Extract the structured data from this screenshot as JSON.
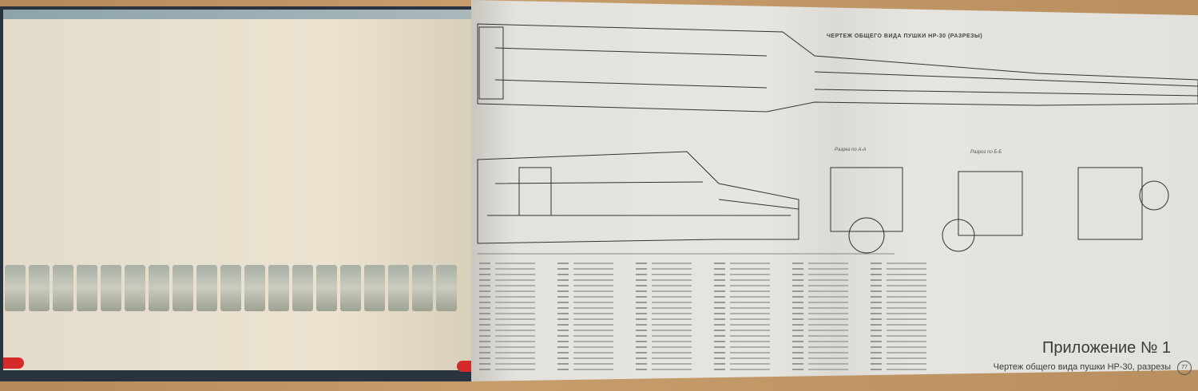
{
  "right_page": {
    "drawing_title": "ЧЕРТЕЖ ОБЩЕГО ВИДА ПУШКИ НР-30 (РАЗРЕЗЫ)",
    "sections": [
      "Разрез по А-А",
      "Разрез по Б-Б"
    ],
    "appendix_title": "Приложение № 1",
    "appendix_subtitle": "Чертеж общего вида пушки НР-30, разрезы",
    "page_number": "77"
  },
  "colors": {
    "tab_red": "#d42a2a",
    "paper": "#e6e4df",
    "wood": "#c79d6c"
  }
}
